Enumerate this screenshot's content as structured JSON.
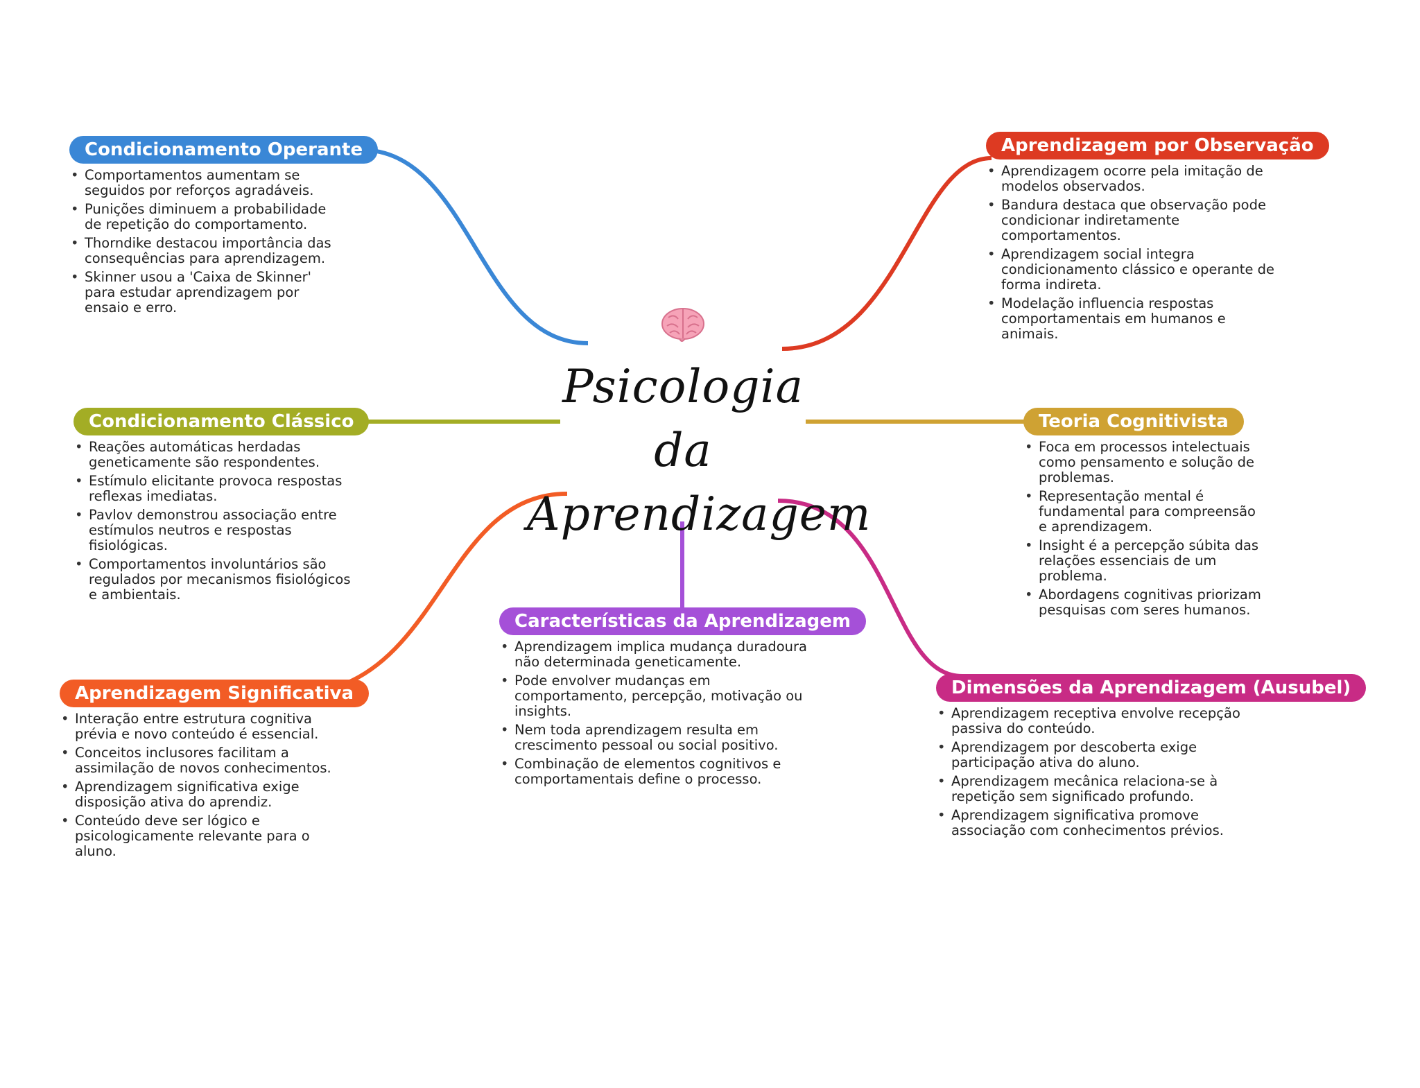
{
  "center": {
    "title_lines": [
      "Psicologia",
      "da",
      "Aprendizagem"
    ],
    "icon": "brain-icon"
  },
  "branches": {
    "condicionamento_operante": {
      "title": "Condicionamento Operante",
      "color": "#3a87d6",
      "items": [
        "Comportamentos aumentam se seguidos por reforços agradáveis.",
        "Punições diminuem a probabilidade de repetição do comportamento.",
        "Thorndike destacou importância das consequências para aprendizagem.",
        "Skinner usou a 'Caixa de Skinner' para estudar aprendizagem por ensaio e erro."
      ]
    },
    "condicionamento_classico": {
      "title": "Condicionamento Clássico",
      "color": "#a3ad25",
      "items": [
        "Reações automáticas herdadas geneticamente são respondentes.",
        "Estímulo elicitante provoca respostas reflexas imediatas.",
        "Pavlov demonstrou associação entre estímulos neutros e respostas fisiológicas.",
        "Comportamentos involuntários são regulados por mecanismos fisiológicos e ambientais."
      ]
    },
    "aprendizagem_significativa": {
      "title": "Aprendizagem Significativa",
      "color": "#f25c25",
      "items": [
        "Interação entre estrutura cognitiva prévia e novo conteúdo é essencial.",
        "Conceitos inclusores facilitam a assimilação de novos conhecimentos.",
        "Aprendizagem significativa exige disposição ativa do aprendiz.",
        "Conteúdo deve ser lógico e psicologicamente relevante para o aluno."
      ]
    },
    "caracteristicas": {
      "title": "Características da Aprendizagem",
      "color": "#a550d8",
      "items": [
        "Aprendizagem implica mudança duradoura não determinada geneticamente.",
        "Pode envolver mudanças em comportamento, percepção, motivação ou insights.",
        "Nem toda aprendizagem resulta em crescimento pessoal ou social positivo.",
        "Combinação de elementos cognitivos e comportamentais define o processo."
      ]
    },
    "dimensoes": {
      "title": "Dimensões da Aprendizagem (Ausubel)",
      "color": "#c82b85",
      "items": [
        "Aprendizagem receptiva envolve recepção passiva do conteúdo.",
        "Aprendizagem por descoberta exige participação ativa do aluno.",
        "Aprendizagem mecânica relaciona-se à repetição sem significado profundo.",
        "Aprendizagem significativa promove associação com conhecimentos prévios."
      ]
    },
    "teoria_cognitivista": {
      "title": "Teoria Cognitivista",
      "color": "#cfa233",
      "items": [
        "Foca em processos intelectuais como pensamento e solução de problemas.",
        "Representação mental é fundamental para compreensão e aprendizagem.",
        "Insight é a percepção súbita das relações essenciais de um problema.",
        "Abordagens cognitivas priorizam pesquisas com seres humanos."
      ]
    },
    "observacao": {
      "title": "Aprendizagem por Observação",
      "color": "#dd3a22",
      "items": [
        "Aprendizagem ocorre pela imitação de modelos observados.",
        "Bandura destaca que observação pode condicionar indiretamente comportamentos.",
        "Aprendizagem social integra condicionamento clássico e operante de forma indireta.",
        "Modelação influencia respostas comportamentais em humanos e animais."
      ]
    }
  }
}
